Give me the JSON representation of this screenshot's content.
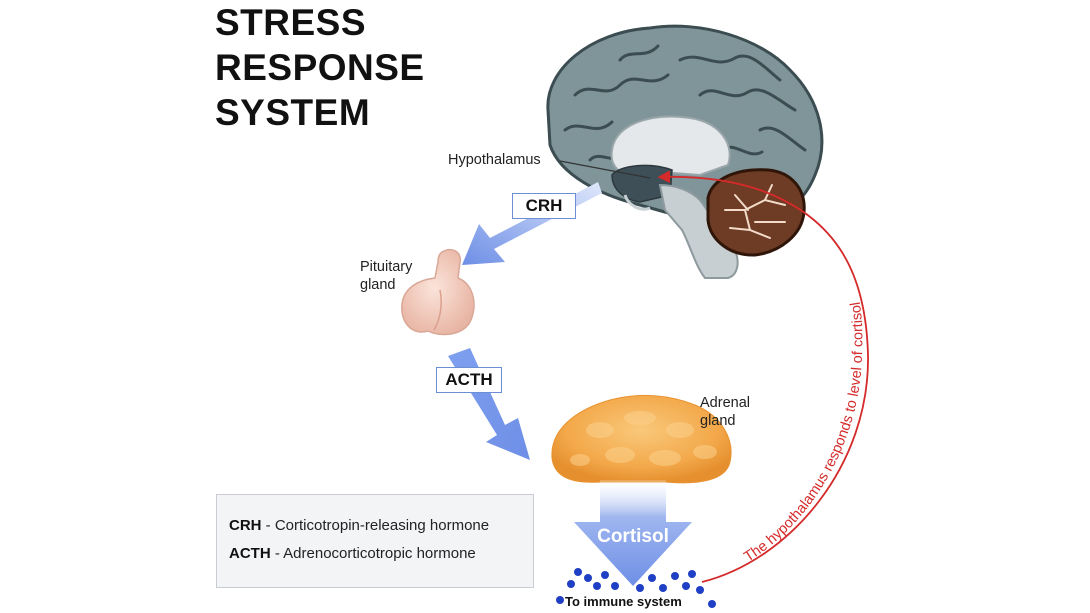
{
  "title": {
    "line1": "STRESS",
    "line2": "RESPONSE",
    "line3": "SYSTEM"
  },
  "labels": {
    "hypothalamus": "Hypothalamus",
    "pituitary_line1": "Pituitary",
    "pituitary_line2": "gland",
    "adrenal_line1": "Adrenal",
    "adrenal_line2": "gland"
  },
  "hormones": {
    "crh": "CRH",
    "acth": "ACTH",
    "cortisol": "Cortisol"
  },
  "immune": "To immune system",
  "feedback_text": "The hypothalamus responds to level of cortisol",
  "legend": {
    "items": [
      {
        "abbr": "CRH",
        "desc": " - Corticotropin-releasing hormone"
      },
      {
        "abbr": "ACTH",
        "desc": " - Adrenocorticotropic hormone"
      }
    ]
  },
  "colors": {
    "arrow_blue": "#6e8fe6",
    "feedback_red": "#d42a2a",
    "brain_gray": "#7f959a",
    "adrenal_orange": "#f2a84d",
    "pituitary_pink": "#f3cfc0",
    "cortisol_dot": "#1f3fc4"
  }
}
